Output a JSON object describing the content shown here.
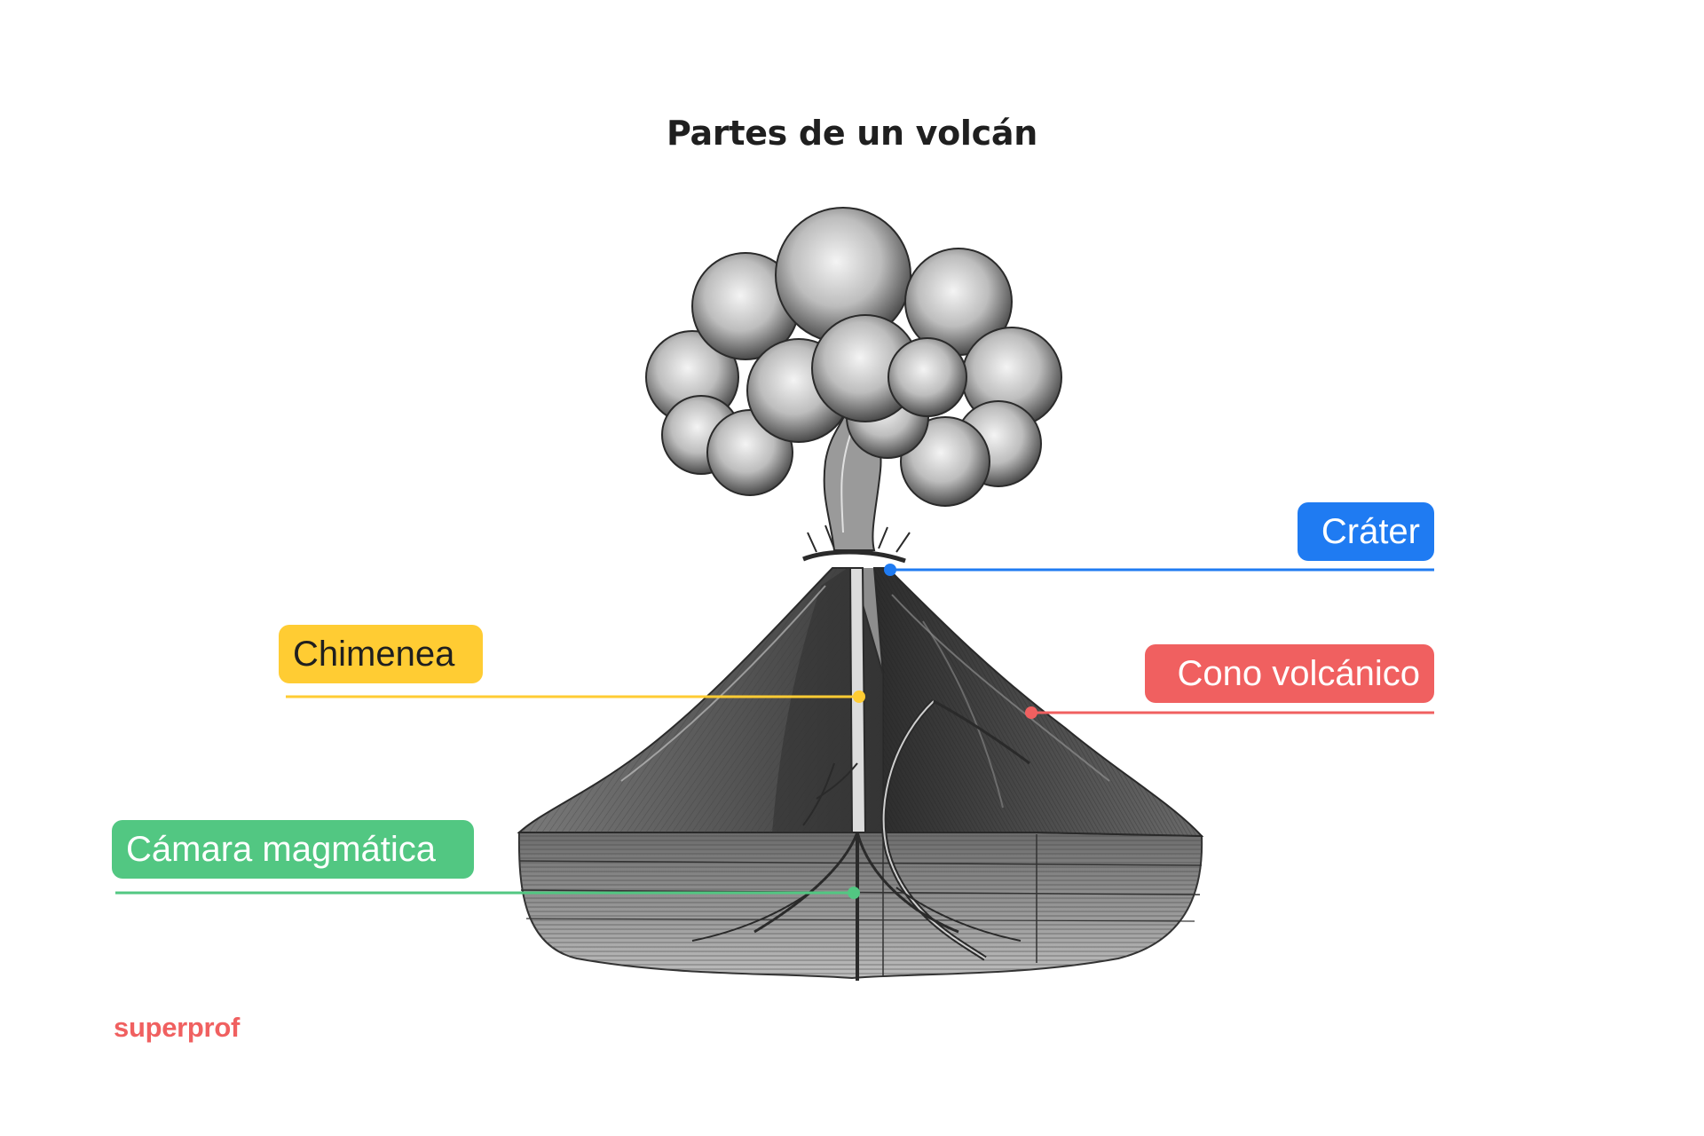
{
  "title": "Partes de un volcán",
  "labels": {
    "crater": "Cráter",
    "chimenea": "Chimenea",
    "cono": "Cono volcánico",
    "camara": "Cámara magmática"
  },
  "brand": "superprof",
  "colors": {
    "crater": "#1f7bf2",
    "chimenea": "#ffcc33",
    "cono": "#f06060",
    "camara": "#52c782",
    "brand": "#f06060",
    "title": "#1f1f1f"
  }
}
